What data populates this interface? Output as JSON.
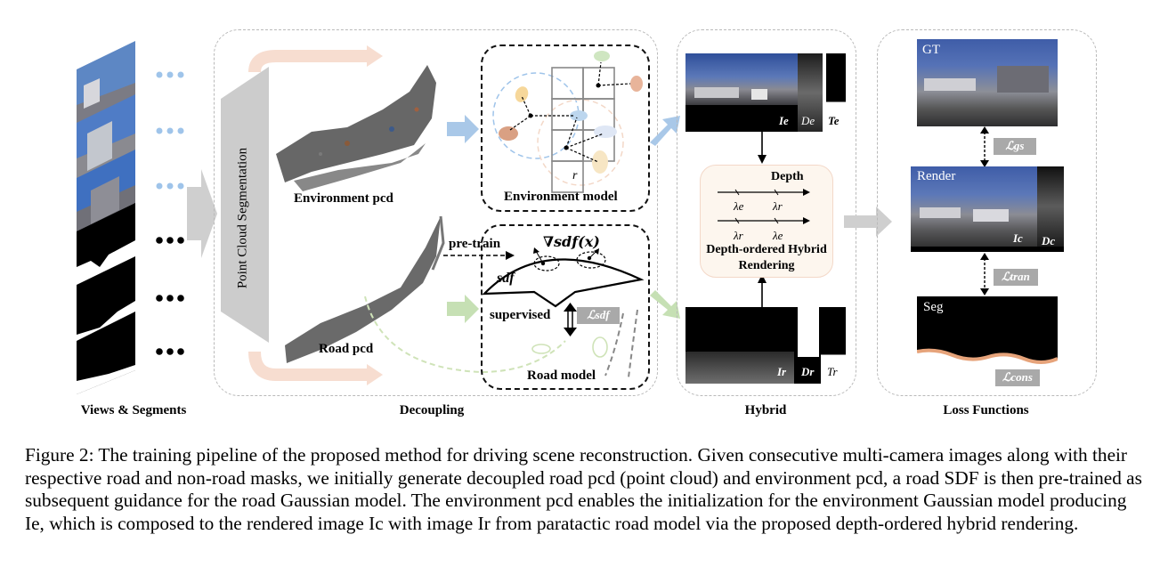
{
  "sections": {
    "views": "Views & Segments",
    "decoupling": "Decoupling",
    "hybrid": "Hybrid",
    "loss": "Loss Functions"
  },
  "decoupling": {
    "segmentation": "Point Cloud Segmentation",
    "env_pcd": "Environment pcd",
    "road_pcd": "Road pcd",
    "env_model": "Environment model",
    "env_r": "r",
    "road_model": "Road model",
    "pretrain": "pre-train",
    "supervised": "supervised",
    "grad_sdf": "∇sdf(x)",
    "sdf": "sdf",
    "loss_sdf": "ℒsdf"
  },
  "hybrid": {
    "I_e": "Ie",
    "D_e": "De",
    "T_e": "Te",
    "depth_title": "Depth",
    "lambda_e": "λe",
    "lambda_r": "λr",
    "render_line1": "Depth-ordered Hybrid",
    "render_line2": "Rendering",
    "I_r": "Ir",
    "D_r": "Dr",
    "T_r": "Tr"
  },
  "loss": {
    "gt": "GT",
    "render": "Render",
    "seg": "Seg",
    "I_c": "Ic",
    "D_c": "Dc",
    "loss_gs": "ℒgs",
    "loss_tran": "ℒtran",
    "loss_cons": "ℒcons"
  },
  "views": {
    "dots": "•••"
  },
  "caption": "Figure 2: The training pipeline of the proposed method for driving scene reconstruction. Given consecutive multi-camera images along with their respective road and non-road masks, we initially generate decoupled road pcd (point cloud) and environment pcd, a road SDF is then pre-trained as subsequent guidance for the road Gaussian model. The environment pcd enables the initialization for the environment Gaussian model producing Ie, which is composed to the rendered image Ic with image Ir from paratactic road model via the proposed depth-ordered hybrid rendering."
}
